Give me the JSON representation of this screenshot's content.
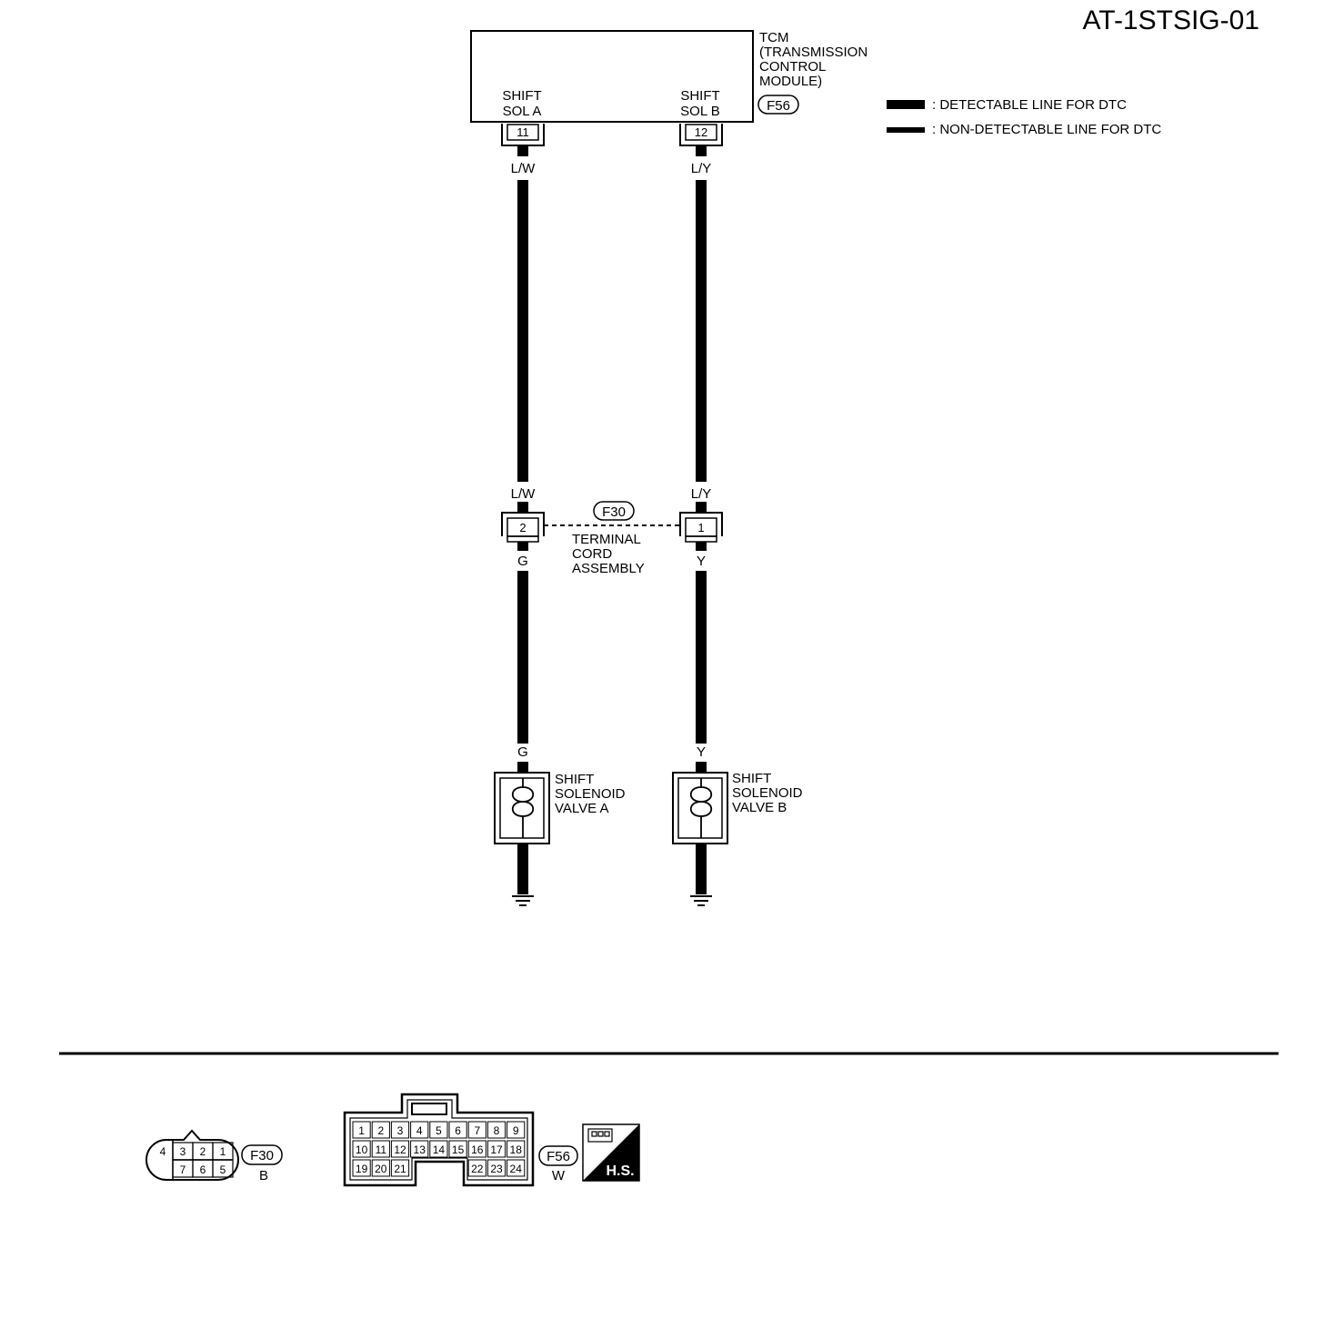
{
  "diagram_id": "AT-1STSIG-01",
  "legend": {
    "detectable": ": DETECTABLE LINE FOR DTC",
    "non_detectable": ": NON-DETECTABLE LINE FOR DTC"
  },
  "tcm": {
    "l1": "TCM",
    "l2": "(TRANSMISSION",
    "l3": "CONTROL",
    "l4": "MODULE)",
    "connector": "F56",
    "pin_a_l1": "SHIFT",
    "pin_a_l2": "SOL A",
    "pin_b_l1": "SHIFT",
    "pin_b_l2": "SOL B",
    "pin_a": "11",
    "pin_b": "12"
  },
  "wires": {
    "a_upper": "L/W",
    "b_upper": "L/Y",
    "a_upper2": "L/W",
    "b_upper2": "L/Y",
    "a_lower": "G",
    "b_lower": "Y",
    "a_lower2": "G",
    "b_lower2": "Y"
  },
  "terminal_cord": {
    "connector": "F30",
    "pin_a": "2",
    "pin_b": "1",
    "l1": "TERMINAL",
    "l2": "CORD",
    "l3": "ASSEMBLY"
  },
  "solenoid_a": {
    "l1": "SHIFT",
    "l2": "SOLENOID",
    "l3": "VALVE A"
  },
  "solenoid_b": {
    "l1": "SHIFT",
    "l2": "SOLENOID",
    "l3": "VALVE B"
  },
  "conn_f30": {
    "name": "F30",
    "color": "B",
    "top_pins": [
      "4",
      "3",
      "2",
      "1"
    ],
    "bottom_pins": [
      "7",
      "6",
      "5"
    ]
  },
  "conn_f56": {
    "name": "F56",
    "color": "W",
    "row1": [
      "1",
      "2",
      "3",
      "4",
      "5",
      "6",
      "7",
      "8",
      "9"
    ],
    "row2": [
      "10",
      "11",
      "12",
      "13",
      "14",
      "15",
      "16",
      "17",
      "18"
    ],
    "row3_left": [
      "19",
      "20",
      "21"
    ],
    "row3_right": [
      "22",
      "23",
      "24"
    ]
  },
  "hs_badge": "H.S."
}
